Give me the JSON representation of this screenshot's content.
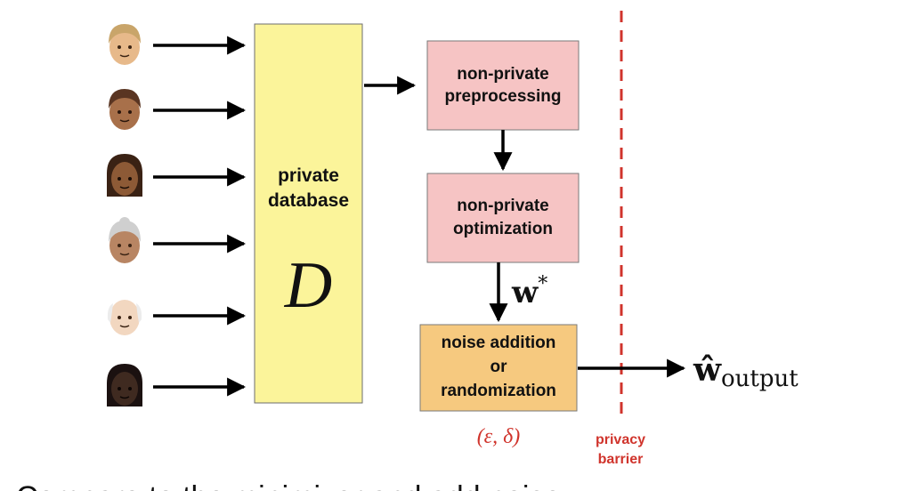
{
  "database": {
    "label_line1": "private",
    "label_line2": "database",
    "symbol": "D"
  },
  "steps": [
    {
      "lines": [
        "non-private",
        "preprocessing"
      ]
    },
    {
      "lines": [
        "non-private",
        "optimization"
      ]
    },
    {
      "lines": [
        "noise addition",
        "or",
        "randomization"
      ]
    }
  ],
  "params": {
    "w_star_base": "w",
    "w_star_sup": "*",
    "epsilon_delta": "(ε, δ)"
  },
  "output": {
    "base": "ŵ",
    "subscript": "output"
  },
  "barrier": {
    "line1": "privacy",
    "line2": "barrier"
  },
  "footer_partial_text": "Compare to the minimizer and add noise",
  "people": [
    {
      "icon": "person-light-skin-icon",
      "skin": "#e7b98a",
      "hair": "#c9a56a"
    },
    {
      "icon": "person-medium-dark-skin-icon",
      "skin": "#a8704a",
      "hair": "#5a3522"
    },
    {
      "icon": "person-dark-long-hair-icon",
      "skin": "#8d5a36",
      "hair": "#3a2214"
    },
    {
      "icon": "older-person-medium-skin-icon",
      "skin": "#b88563",
      "hair": "#cfcfcf"
    },
    {
      "icon": "older-person-light-skin-icon",
      "skin": "#f2d7c0",
      "hair": "#ececec"
    },
    {
      "icon": "person-darkest-skin-icon",
      "skin": "#3f2a20",
      "hair": "#1b1110"
    }
  ],
  "colors": {
    "database_fill": "#fbf49a",
    "step_fill": "#f6c4c4",
    "noise_fill": "#f6c97f",
    "barrier_red": "#d0342c",
    "arrow": "#000000"
  }
}
